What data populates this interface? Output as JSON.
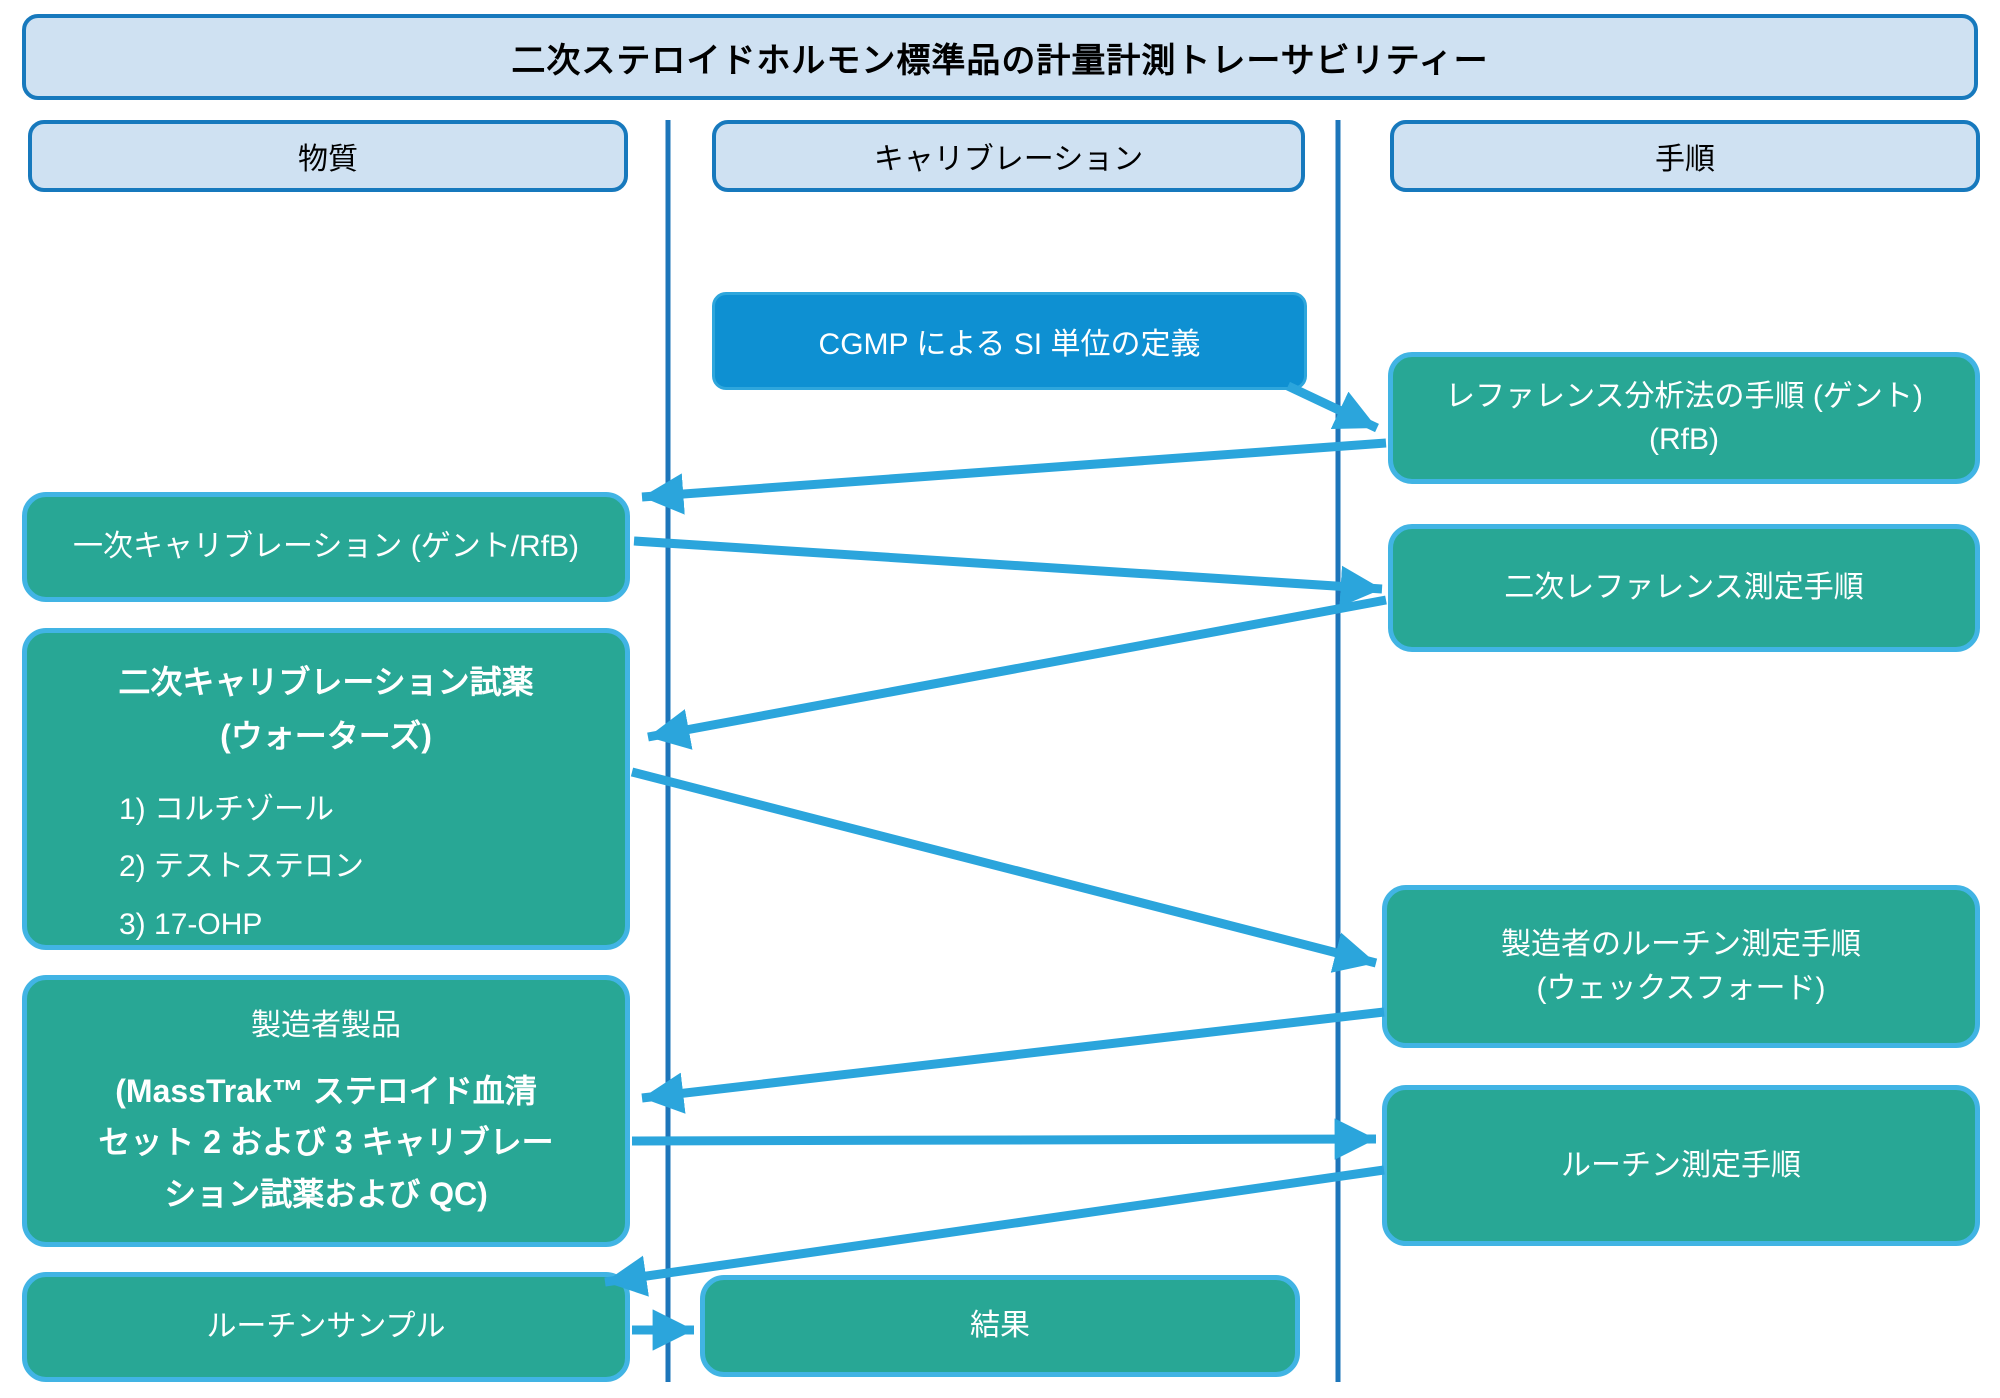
{
  "title": "二次ステロイドホルモン標準品の計量計測トレーサビリティー",
  "columns": {
    "substance": "物質",
    "calibration": "キャリブレーション",
    "procedure": "手順"
  },
  "nodes": {
    "cgmp": {
      "label": "CGMP による SI 単位の定義"
    },
    "reference_method": {
      "line1": "レファレンス分析法の手順 (ゲント)",
      "line2": "(RfB)"
    },
    "primary_calibration": {
      "label": "一次キャリブレーション (ゲント/RfB)"
    },
    "secondary_reference": {
      "label": "二次レファレンス測定手順"
    },
    "secondary_calibrator": {
      "title": "二次キャリブレーション試薬",
      "subtitle": "(ウォーターズ)",
      "items": [
        "1) コルチゾール",
        "2) テストステロン",
        "3) 17-OHP"
      ]
    },
    "manufacturer_routine": {
      "line1": "製造者のルーチン測定手順",
      "line2": "(ウェックスフォード)"
    },
    "manufacturer_product": {
      "title": "製造者製品",
      "detail_lines": [
        "(MassTrak™ ステロイド血清",
        "セット 2 および 3 キャリブレー",
        "ション試薬および QC)"
      ]
    },
    "routine_procedure": {
      "label": "ルーチン測定手順"
    },
    "routine_samples": {
      "label": "ルーチンサンプル"
    },
    "results": {
      "label": "結果"
    }
  },
  "connections": [
    {
      "from": "cgmp",
      "to": "reference_method"
    },
    {
      "from": "reference_method",
      "to": "primary_calibration"
    },
    {
      "from": "primary_calibration",
      "to": "secondary_reference"
    },
    {
      "from": "secondary_reference",
      "to": "secondary_calibrator"
    },
    {
      "from": "secondary_calibrator",
      "to": "manufacturer_routine"
    },
    {
      "from": "manufacturer_routine",
      "to": "manufacturer_product"
    },
    {
      "from": "manufacturer_product",
      "to": "routine_procedure"
    },
    {
      "from": "routine_procedure",
      "to": "routine_samples"
    },
    {
      "from": "routine_samples",
      "to": "results"
    }
  ],
  "colors": {
    "light_fill": "#cfe1f2",
    "light_border": "#1779bd",
    "blue_fill": "#0e90d2",
    "teal_fill": "#28a795",
    "teal_border": "#41b4e4",
    "arrow": "#2ba5dc",
    "divider": "#1d76ba",
    "text_dark": "#000000",
    "text_light": "#ffffff"
  }
}
